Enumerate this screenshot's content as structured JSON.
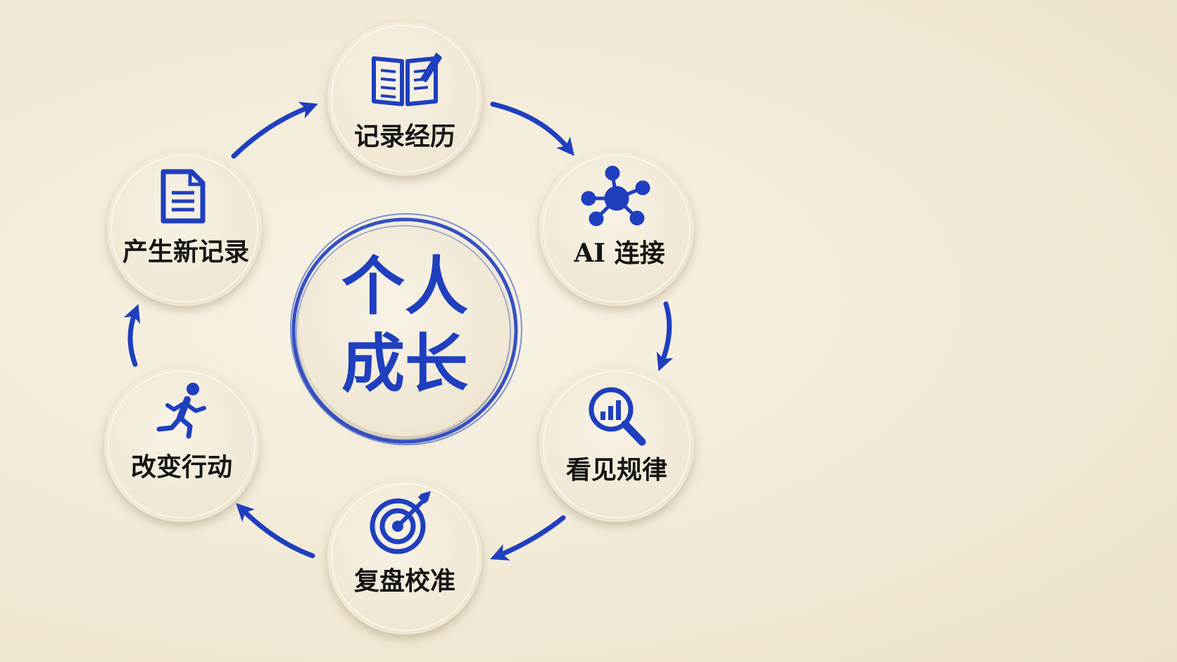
{
  "center": {
    "line1": "个人",
    "line2": "成长"
  },
  "nodes": [
    {
      "label": "记录经历",
      "icon": "book-pen-icon"
    },
    {
      "label": "AI 连接",
      "icon": "network-hub-icon"
    },
    {
      "label": "看见规律",
      "icon": "magnifier-chart-icon"
    },
    {
      "label": "复盘校准",
      "icon": "target-arrow-icon"
    },
    {
      "label": "改变行动",
      "icon": "running-person-icon"
    },
    {
      "label": "产生新记录",
      "icon": "document-icon"
    }
  ],
  "colors": {
    "accent": "#1f3fbf",
    "text": "#151515",
    "disc": "#f4eddc",
    "background": "#f2ead7"
  }
}
